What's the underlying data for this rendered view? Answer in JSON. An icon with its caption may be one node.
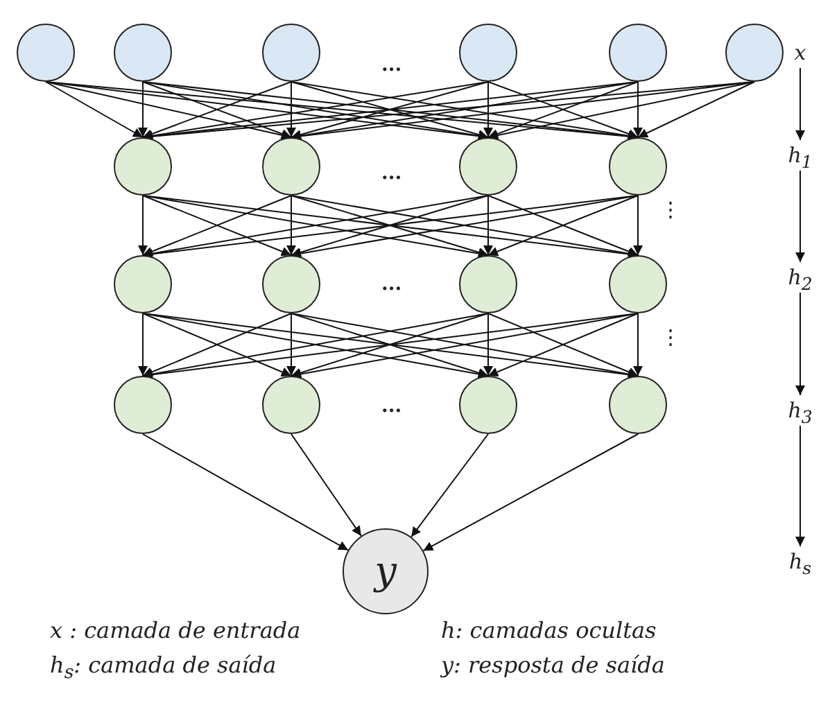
{
  "diagram": {
    "nodes": [
      {
        "text": [],
        "shape": "circle"
      },
      {
        "text": [],
        "shape": "circle"
      },
      {
        "text": [],
        "shape": "circle"
      },
      {
        "text": [],
        "shape": "circle"
      },
      {
        "text": [],
        "shape": "circle"
      },
      {
        "text": [],
        "shape": "circle"
      },
      {
        "text": [],
        "shape": "circle"
      },
      {
        "text": [],
        "shape": "circle"
      },
      {
        "text": [],
        "shape": "circle"
      },
      {
        "text": [],
        "shape": "circle"
      },
      {
        "text": [],
        "shape": "circle"
      },
      {
        "text": [],
        "shape": "circle"
      },
      {
        "text": [],
        "shape": "circle"
      },
      {
        "text": [],
        "shape": "circle"
      },
      {
        "text": [],
        "shape": "circle"
      },
      {
        "text": [],
        "shape": "circle"
      },
      {
        "text": [],
        "shape": "circle"
      },
      {
        "text": [],
        "shape": "circle"
      },
      {
        "text": [
          "y"
        ]
      },
      {
        "text": [
          "x"
        ]
      },
      {
        "text": [
          "h$_{1}$"
        ]
      },
      {
        "text": [
          "h$_{2}$"
        ]
      },
      {
        "text": [
          "h$_{3}$"
        ]
      },
      {
        "text": [
          "h$_{s}$"
        ]
      }
    ],
    "edges": [
      {
        "from": 0,
        "to": 6,
        "arrow": "to"
      },
      {
        "from": 0,
        "to": 7,
        "arrow": "to"
      },
      {
        "from": 0,
        "to": 8,
        "arrow": "to"
      },
      {
        "from": 0,
        "to": 9,
        "arrow": "to"
      },
      {
        "from": 1,
        "to": 6,
        "arrow": "to"
      },
      {
        "from": 1,
        "to": 7,
        "arrow": "to"
      },
      {
        "from": 1,
        "to": 8,
        "arrow": "to"
      },
      {
        "from": 1,
        "to": 9,
        "arrow": "to"
      },
      {
        "from": 2,
        "to": 6,
        "arrow": "to"
      },
      {
        "from": 2,
        "to": 7,
        "arrow": "to"
      },
      {
        "from": 2,
        "to": 8,
        "arrow": "to"
      },
      {
        "from": 2,
        "to": 9,
        "arrow": "to"
      },
      {
        "from": 3,
        "to": 6,
        "arrow": "to"
      },
      {
        "from": 3,
        "to": 7,
        "arrow": "to"
      },
      {
        "from": 3,
        "to": 8,
        "arrow": "to"
      },
      {
        "from": 3,
        "to": 9,
        "arrow": "to"
      },
      {
        "from": 4,
        "to": 6,
        "arrow": "to"
      },
      {
        "from": 4,
        "to": 7,
        "arrow": "to"
      },
      {
        "from": 4,
        "to": 8,
        "arrow": "to"
      },
      {
        "from": 4,
        "to": 9,
        "arrow": "to"
      },
      {
        "from": 5,
        "to": 6,
        "arrow": "to"
      },
      {
        "from": 5,
        "to": 7,
        "arrow": "to"
      },
      {
        "from": 5,
        "to": 8,
        "arrow": "to"
      },
      {
        "from": 5,
        "to": 9,
        "arrow": "to"
      },
      {
        "from": 6,
        "to": 10,
        "arrow": "to"
      },
      {
        "from": 6,
        "to": 11,
        "arrow": "to"
      },
      {
        "from": 6,
        "to": 12,
        "arrow": "to"
      },
      {
        "from": 6,
        "to": 13,
        "arrow": "to"
      },
      {
        "from": 7,
        "to": 10,
        "arrow": "to"
      },
      {
        "from": 7,
        "to": 11,
        "arrow": "to"
      },
      {
        "from": 7,
        "to": 12,
        "arrow": "to"
      },
      {
        "from": 7,
        "to": 13,
        "arrow": "to"
      },
      {
        "from": 8,
        "to": 10,
        "arrow": "to"
      },
      {
        "from": 8,
        "to": 11,
        "arrow": "to"
      },
      {
        "from": 8,
        "to": 12,
        "arrow": "to"
      },
      {
        "from": 8,
        "to": 13,
        "arrow": "to"
      },
      {
        "from": 9,
        "to": 10,
        "arrow": "to"
      },
      {
        "from": 9,
        "to": 11,
        "arrow": "to"
      },
      {
        "from": 9,
        "to": 12,
        "arrow": "to"
      },
      {
        "from": 9,
        "to": 13,
        "arrow": "to"
      },
      {
        "from": 10,
        "to": 14,
        "arrow": "to"
      },
      {
        "from": 10,
        "to": 15,
        "arrow": "to"
      },
      {
        "from": 10,
        "to": 16,
        "arrow": "to"
      },
      {
        "from": 10,
        "to": 17,
        "arrow": "to"
      },
      {
        "from": 11,
        "to": 14,
        "arrow": "to"
      },
      {
        "from": 11,
        "to": 15,
        "arrow": "to"
      },
      {
        "from": 11,
        "to": 16,
        "arrow": "to"
      },
      {
        "from": 11,
        "to": 17,
        "arrow": "to"
      },
      {
        "from": 12,
        "to": 14,
        "arrow": "to"
      },
      {
        "from": 12,
        "to": 15,
        "arrow": "to"
      },
      {
        "from": 12,
        "to": 16,
        "arrow": "to"
      },
      {
        "from": 12,
        "to": 17,
        "arrow": "to"
      },
      {
        "from": 13,
        "to": 14,
        "arrow": "to"
      },
      {
        "from": 13,
        "to": 15,
        "arrow": "to"
      },
      {
        "from": 13,
        "to": 16,
        "arrow": "to"
      },
      {
        "from": 13,
        "to": 17,
        "arrow": "to"
      },
      {
        "from": 14,
        "to": 18,
        "arrow": "to"
      },
      {
        "from": 15,
        "to": 18,
        "arrow": "to"
      },
      {
        "from": 16,
        "to": 18,
        "arrow": "to"
      },
      {
        "from": 17,
        "to": 18,
        "arrow": "to"
      },
      {
        "from": 19,
        "to": 20,
        "arrow": "to"
      },
      {
        "from": 20,
        "to": 21,
        "arrow": "to"
      },
      {
        "from": 21,
        "to": 22,
        "arrow": "to"
      },
      {
        "from": 22,
        "to": 23,
        "arrow": "to"
      }
    ],
    "labels": [
      "...",
      "...",
      "...",
      "...",
      "⋮",
      "⋮",
      "x : camada de entrada",
      "h: camadas ocultas",
      "h$_{s}$: camada de saída",
      "y: resposta de saída"
    ]
  }
}
